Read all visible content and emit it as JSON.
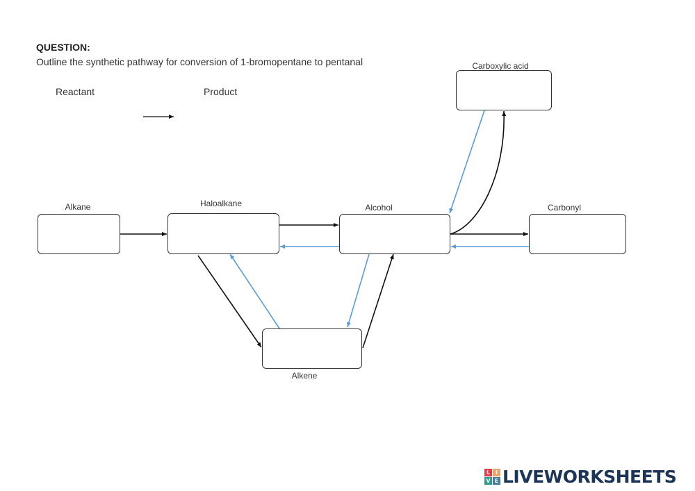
{
  "question": {
    "heading": "QUESTION:",
    "text": "Outline the synthetic pathway for conversion of 1-bromopentane to pentanal"
  },
  "legend": {
    "reactant": "Reactant",
    "product": "Product"
  },
  "nodes": {
    "alkane": "Alkane",
    "haloalkane": "Haloalkane",
    "alcohol": "Alcohol",
    "carbonyl": "Carbonyl",
    "carboxylic_acid": "Carboxylic acid",
    "alkene": "Alkene"
  },
  "colors": {
    "forward_arrow": "#111111",
    "reverse_arrow": "#5b9bd5",
    "brand_text": "#1d3557"
  },
  "branding": {
    "logo_text": "LIVEWORKSHEETS",
    "badge_letters": [
      "L",
      "I",
      "V",
      "E"
    ],
    "badge_colors": [
      "#e63946",
      "#f4a261",
      "#2a9d8f",
      "#457b9d"
    ]
  }
}
